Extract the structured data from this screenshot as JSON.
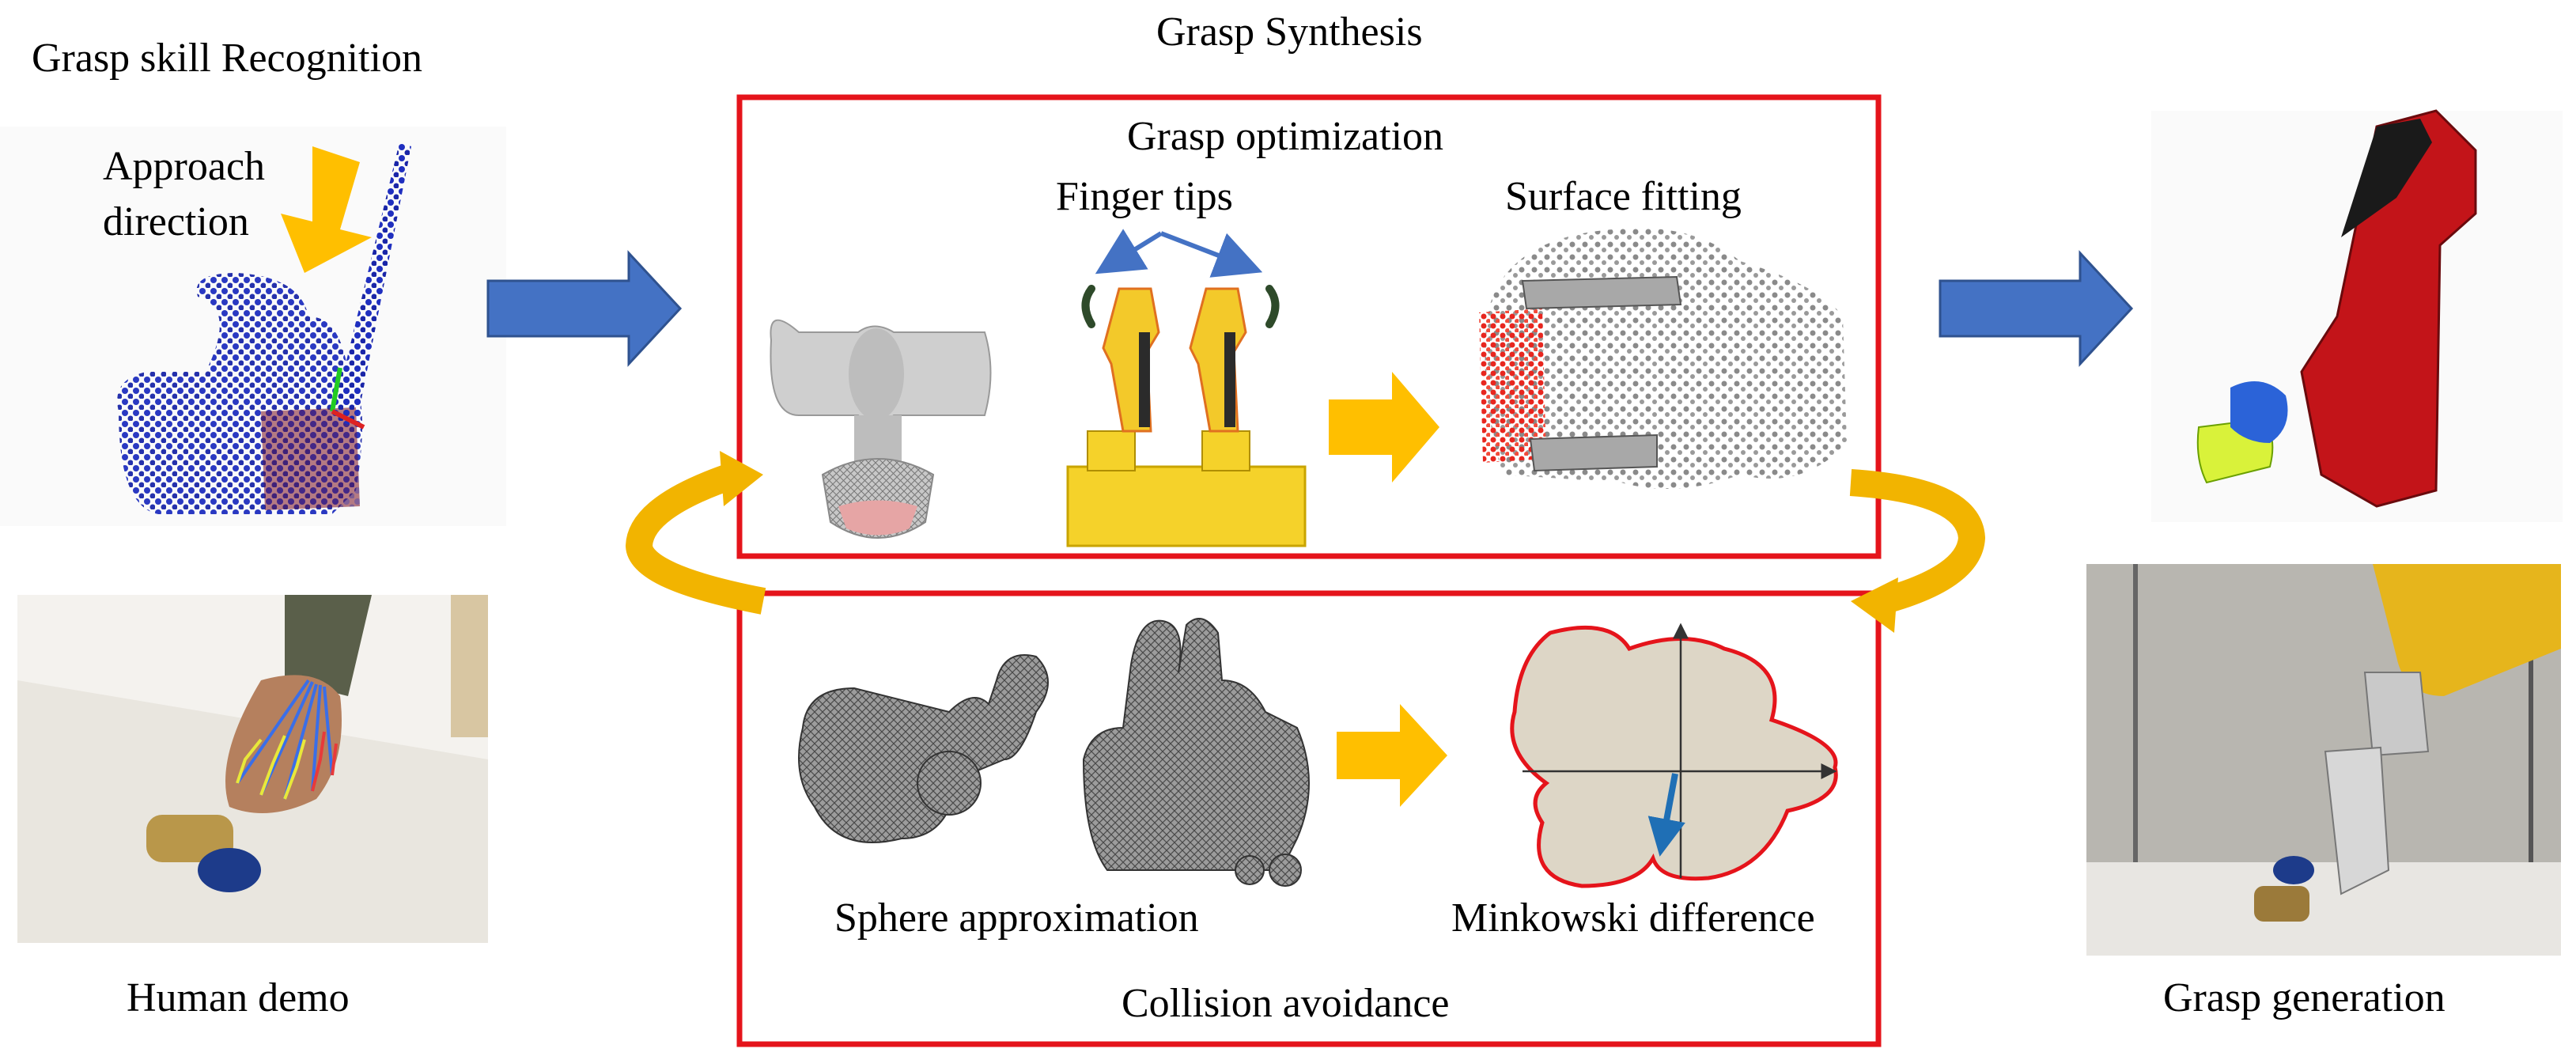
{
  "labels": {
    "grasp_skill_recognition": "Grasp skill Recognition",
    "approach_line1": "Approach",
    "approach_line2": "direction",
    "human_demo": "Human demo",
    "grasp_synthesis": "Grasp Synthesis",
    "grasp_optimization": "Grasp optimization",
    "finger_tips": "Finger tips",
    "surface_fitting": "Surface fitting",
    "sphere_approximation": "Sphere approximation",
    "minkowski_difference": "Minkowski difference",
    "collision_avoidance": "Collision avoidance",
    "grasp_generation": "Grasp generation"
  },
  "colors": {
    "frame_red": "#e5141b",
    "flow_arrow_blue": "#4472c4",
    "accent_yellow": "#ffbf00",
    "fingertip_arrow_blue": "#4472c4",
    "point_cloud_blue": "#1f2fbf",
    "gripper_red": "#b3121a",
    "minkowski_fill": "#ddd6c6",
    "minkowski_arrow": "#1f6fb5"
  },
  "icons": [
    "flow-arrow-right-icon",
    "yellow-arrow-down-icon",
    "yellow-arrow-right-icon",
    "circular-loop-arrow-icon",
    "fingertip-double-arrow-icon"
  ]
}
